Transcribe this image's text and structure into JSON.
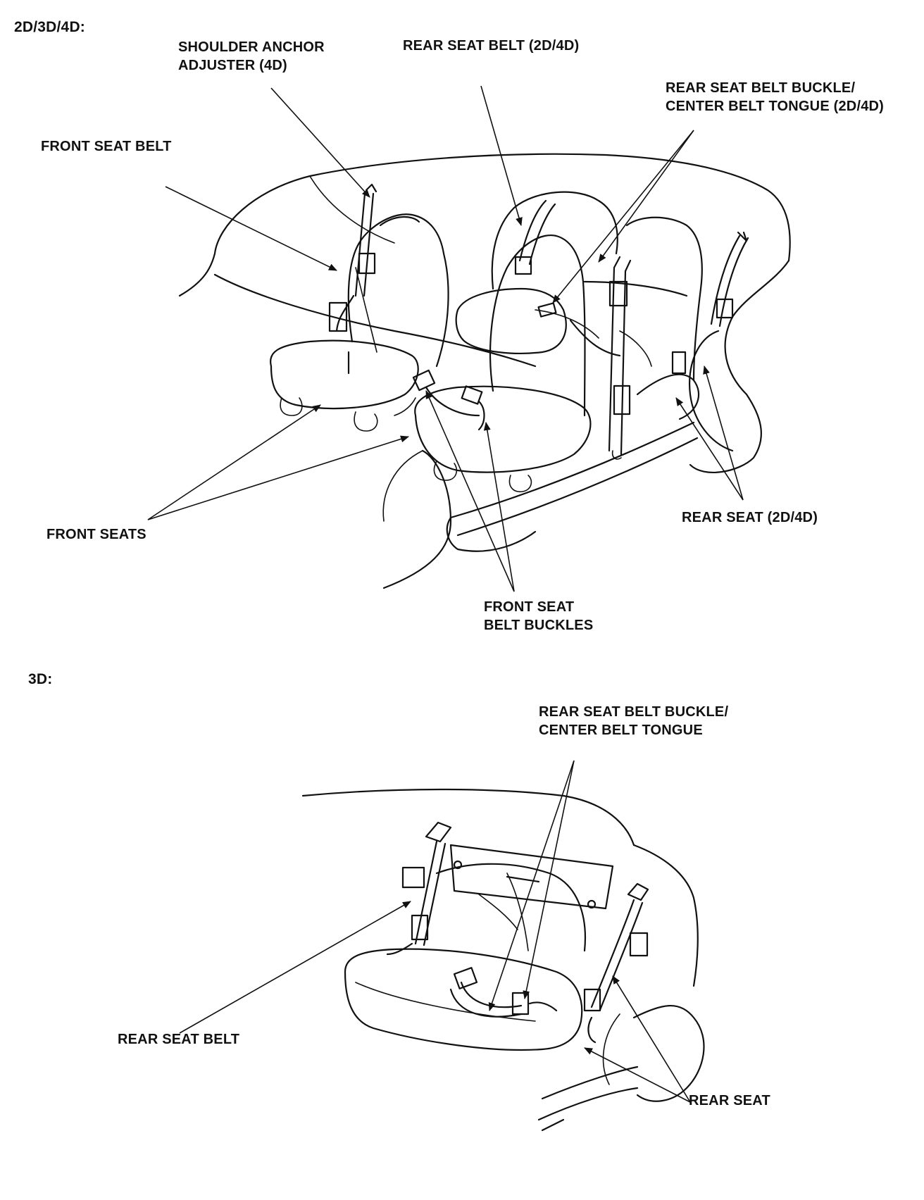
{
  "sections": {
    "top": "2D/3D/4D:",
    "bottom": "3D:"
  },
  "labels": {
    "shoulder_anchor": [
      "SHOULDER ANCHOR",
      "ADJUSTER (4D)"
    ],
    "rear_seat_belt_top": "REAR SEAT BELT (2D/4D)",
    "rear_buckle_top": [
      "REAR SEAT BELT BUCKLE/",
      "CENTER BELT TONGUE (2D/4D)"
    ],
    "front_seat_belt": "FRONT SEAT BELT",
    "front_seats": "FRONT SEATS",
    "rear_seat_top": "REAR SEAT (2D/4D)",
    "front_buckles": [
      "FRONT SEAT",
      "BELT BUCKLES"
    ],
    "rear_buckle_bottom": [
      "REAR SEAT BELT BUCKLE/",
      "CENTER BELT TONGUE"
    ],
    "rear_seat_belt_bottom": "REAR SEAT BELT",
    "rear_seat_bottom": "REAR SEAT"
  }
}
